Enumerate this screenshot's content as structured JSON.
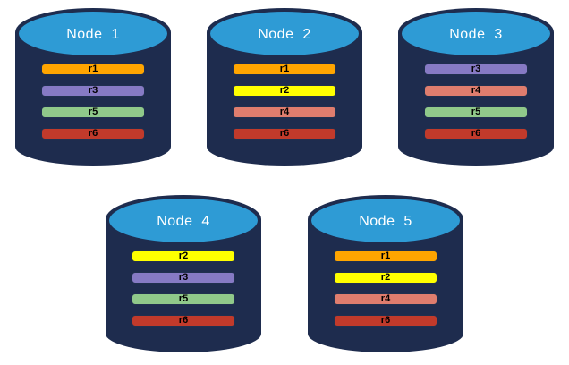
{
  "diagram": {
    "background": "#FFFFFF",
    "palette": {
      "cylinder_body": "#1E2C4E",
      "cylinder_top": "#2E9BD5",
      "title_text": "#FFFFFF",
      "bar_text": "#000000",
      "bar_border": "#20304F"
    },
    "replica_colors": {
      "r1": "#FFA500",
      "r2": "#FFFF00",
      "r3": "#867AC4",
      "r4": "#DF7D6E",
      "r5": "#90C98A",
      "r6": "#C13A2B"
    },
    "nodes": [
      {
        "label": "Node  1",
        "replicas": [
          "r1",
          "r3",
          "r5",
          "r6"
        ]
      },
      {
        "label": "Node  2",
        "replicas": [
          "r1",
          "r2",
          "r4",
          "r6"
        ]
      },
      {
        "label": "Node  3",
        "replicas": [
          "r3",
          "r4",
          "r5",
          "r6"
        ]
      },
      {
        "label": "Node  4",
        "replicas": [
          "r2",
          "r3",
          "r5",
          "r6"
        ]
      },
      {
        "label": "Node  5",
        "replicas": [
          "r1",
          "r2",
          "r4",
          "r6"
        ]
      }
    ],
    "rows": [
      [
        0,
        1,
        2
      ],
      [
        3,
        4
      ]
    ]
  }
}
